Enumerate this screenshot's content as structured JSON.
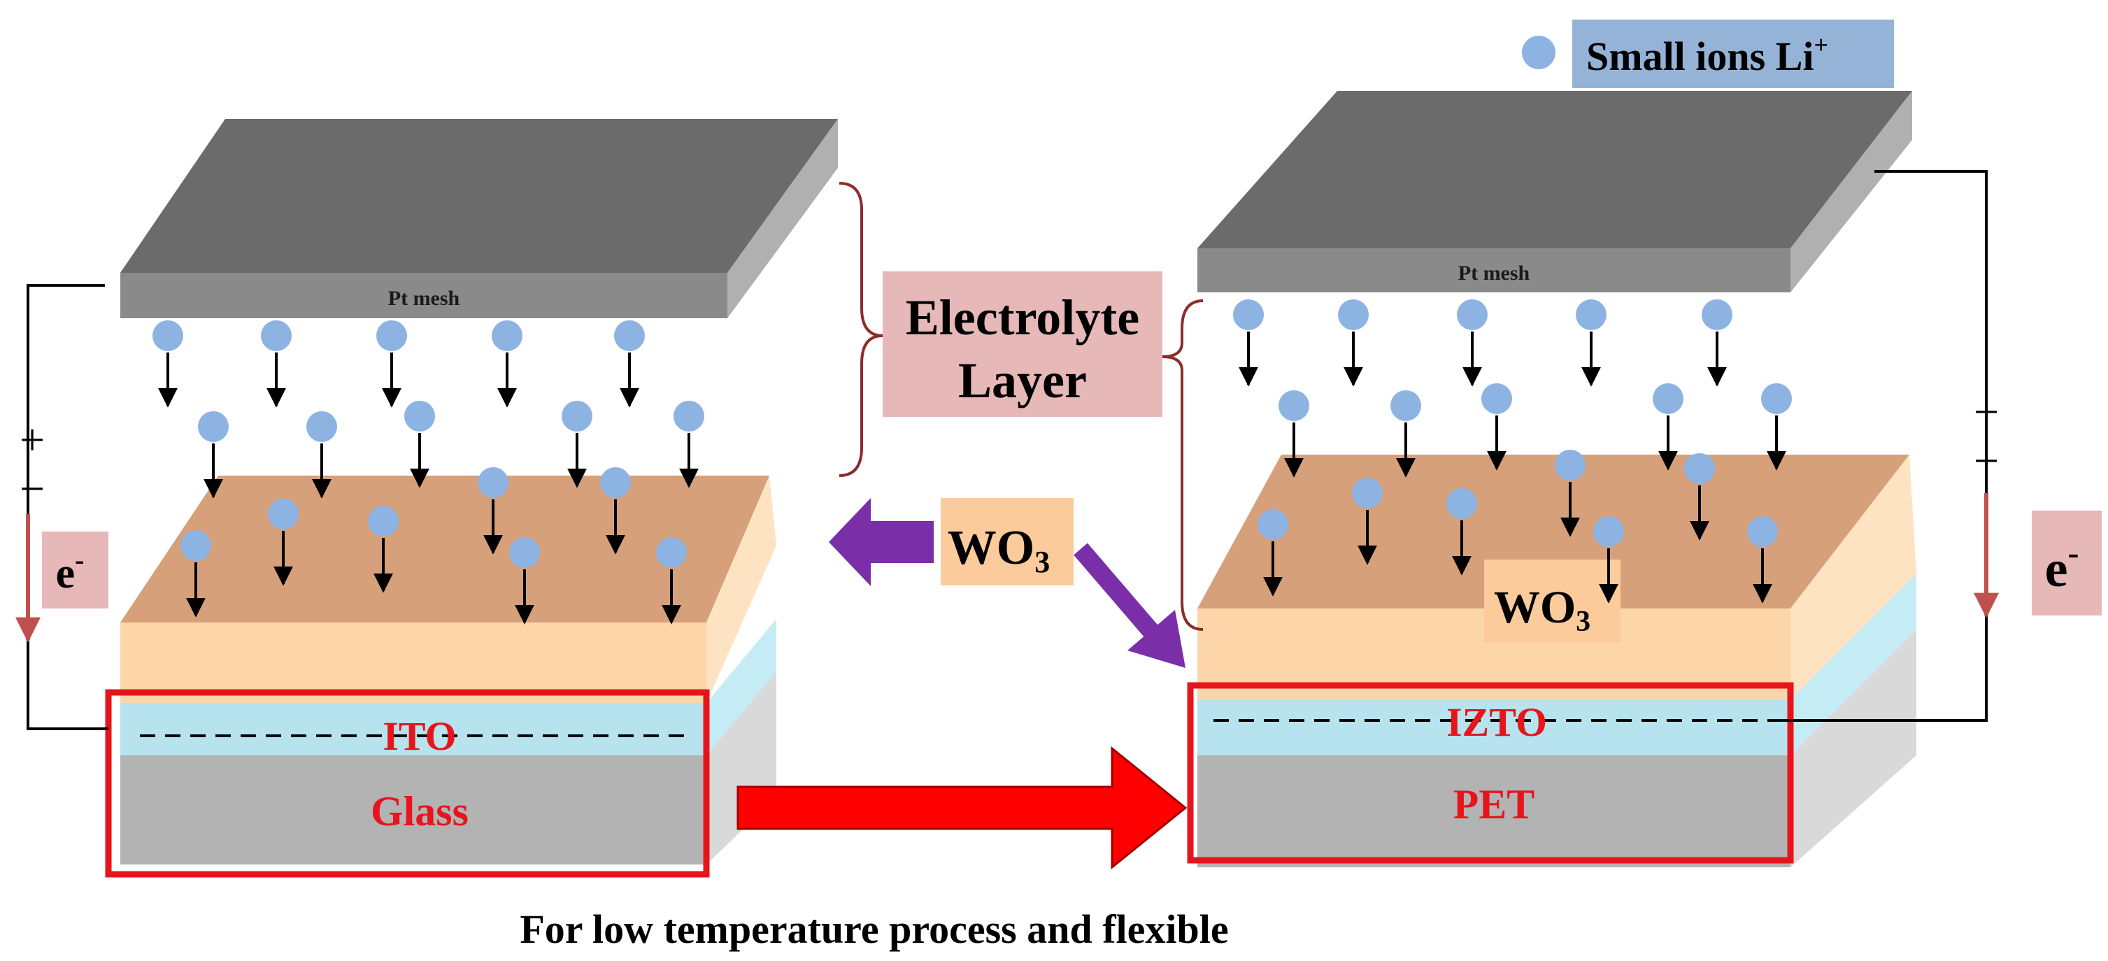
{
  "legend": {
    "label": "Small ions Li",
    "superscript": "+"
  },
  "labels": {
    "electrolyte_line1": "Electrolyte",
    "electrolyte_line2": "Layer",
    "wo3_center": "WO",
    "wo3_right": "WO",
    "subscript_3": "3",
    "electron": "e",
    "electron_sup": "-",
    "plus": "+",
    "minus": "−"
  },
  "left_device": {
    "top_plate": "Pt mesh",
    "conductor": "ITO",
    "substrate": "Glass"
  },
  "right_device": {
    "top_plate": "Pt mesh",
    "conductor": "IZTO",
    "substrate": "PET"
  },
  "caption": "For  low temperature process and flexible",
  "colors": {
    "ion": "#8db3e2",
    "pt_top": "#6b6b6b",
    "pt_front": "#8a8a8a",
    "wo3_top": "#d6a07a",
    "wo3_front": "#fcd5a8",
    "conductor": "#b6e3ee",
    "substrate": "#b3b3b3",
    "highlight_red": "#e8141c",
    "purple_arrow": "#7a2fa8",
    "label_box_pink": "#e6b8b7",
    "label_box_orange": "#fbcb9b",
    "legend_box": "#95b3d7"
  }
}
